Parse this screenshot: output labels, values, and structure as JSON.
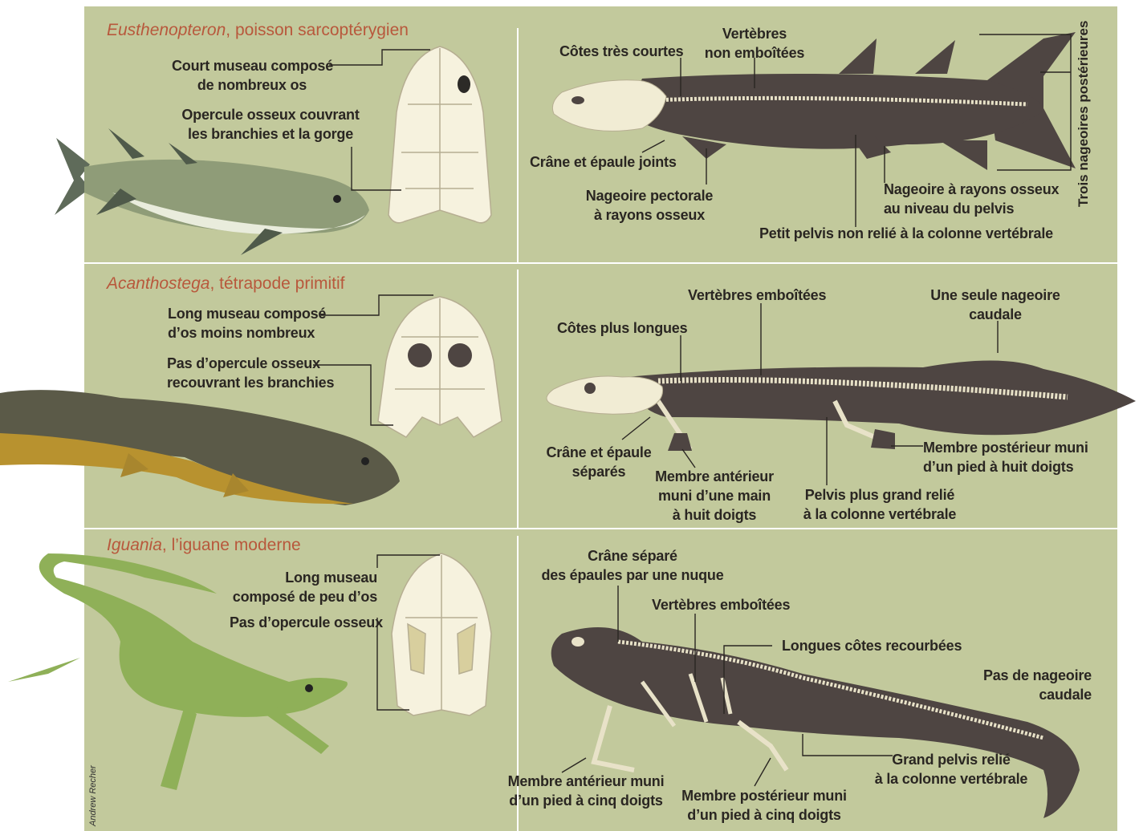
{
  "credit": "Andrew Recher",
  "rows": [
    {
      "title_italic": "Eusthenopteron",
      "title_rest": ", poisson sarcoptérygien",
      "skull_labels": [
        "Court museau composé\nde nombreux os",
        "Opercule osseux couvrant\nles branchies et la gorge"
      ],
      "skeleton_labels": [
        "Côtes très courtes",
        "Vertèbres\nnon emboîtées",
        "Crâne et épaule joints",
        "Nageoire pectorale\nà rayons osseux",
        "Nageoire à rayons osseux\nau niveau du pelvis",
        "Petit pelvis non relié à la colonne vertébrale"
      ],
      "vertical_label": "Trois nageoires postérieures"
    },
    {
      "title_italic": "Acanthostega",
      "title_rest": ", tétrapode primitif",
      "skull_labels": [
        "Long museau composé\nd’os moins nombreux",
        "Pas d’opercule osseux\nrecouvrant les branchies"
      ],
      "skeleton_labels": [
        "Vertèbres emboîtées",
        "Une seule nageoire\ncaudale",
        "Côtes plus longues",
        "Crâne et épaule\nséparés",
        "Membre antérieur\nmuni d’une main\nà huit doigts",
        "Pelvis plus grand relié\nà la colonne vertébrale",
        "Membre postérieur muni\nd’un pied à huit doigts"
      ]
    },
    {
      "title_italic": "Iguania",
      "title_rest": ", l’iguane moderne",
      "skull_labels": [
        "Long museau\ncomposé de peu d’os",
        "Pas d’opercule osseux"
      ],
      "skeleton_labels": [
        "Crâne séparé\ndes épaules par une nuque",
        "Vertèbres emboîtées",
        "Longues côtes recourbées",
        "Pas de nageoire\ncaudale",
        "Grand pelvis relié\nà la colonne vertébrale",
        "Membre antérieur muni\nd’un pied à cinq doigts",
        "Membre postérieur muni\nd’un pied à cinq doigts"
      ]
    }
  ]
}
